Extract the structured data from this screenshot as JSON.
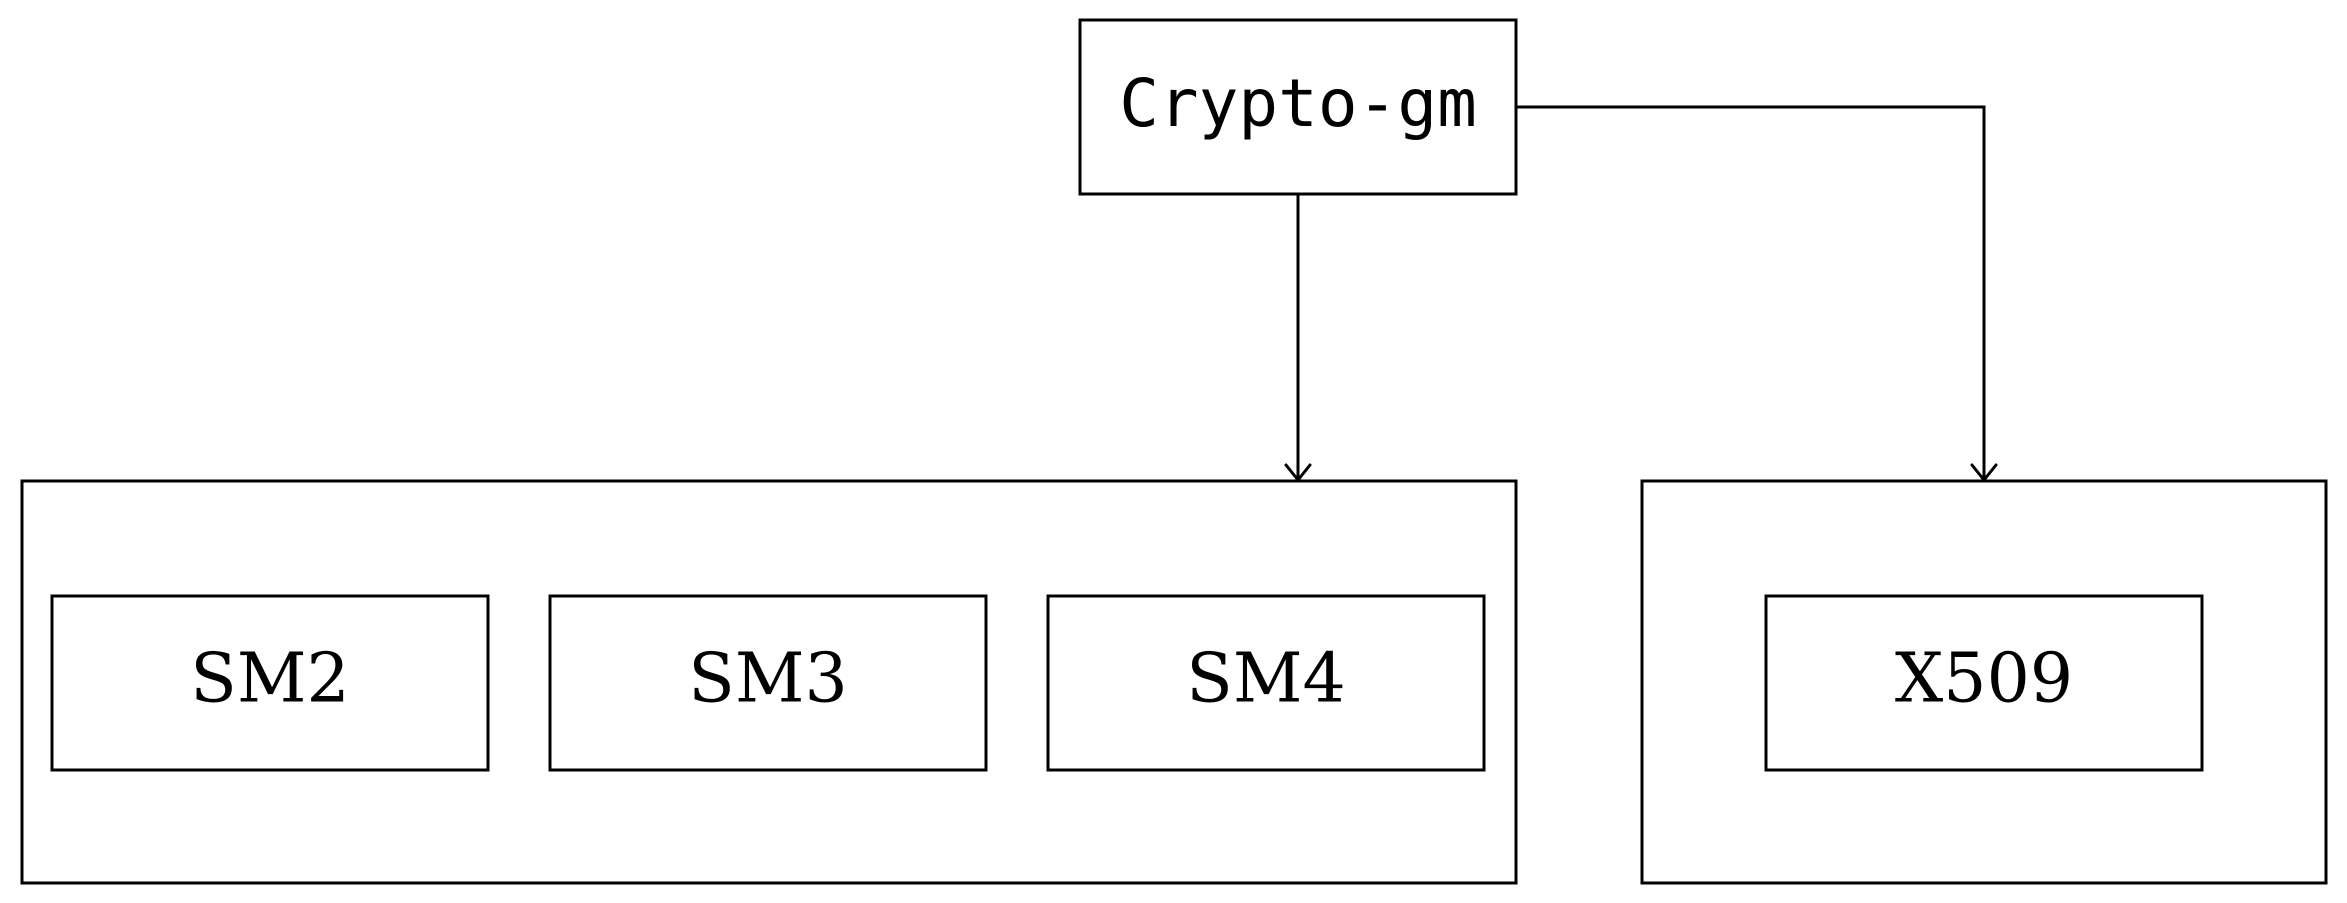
{
  "diagram": {
    "root": {
      "label": "Crypto-gm"
    },
    "groups": [
      {
        "items": [
          {
            "label": "SM2"
          },
          {
            "label": "SM3"
          },
          {
            "label": "SM4"
          }
        ]
      },
      {
        "items": [
          {
            "label": "X509"
          }
        ]
      }
    ],
    "colors": {
      "stroke": "#000000",
      "background": "#ffffff"
    }
  }
}
